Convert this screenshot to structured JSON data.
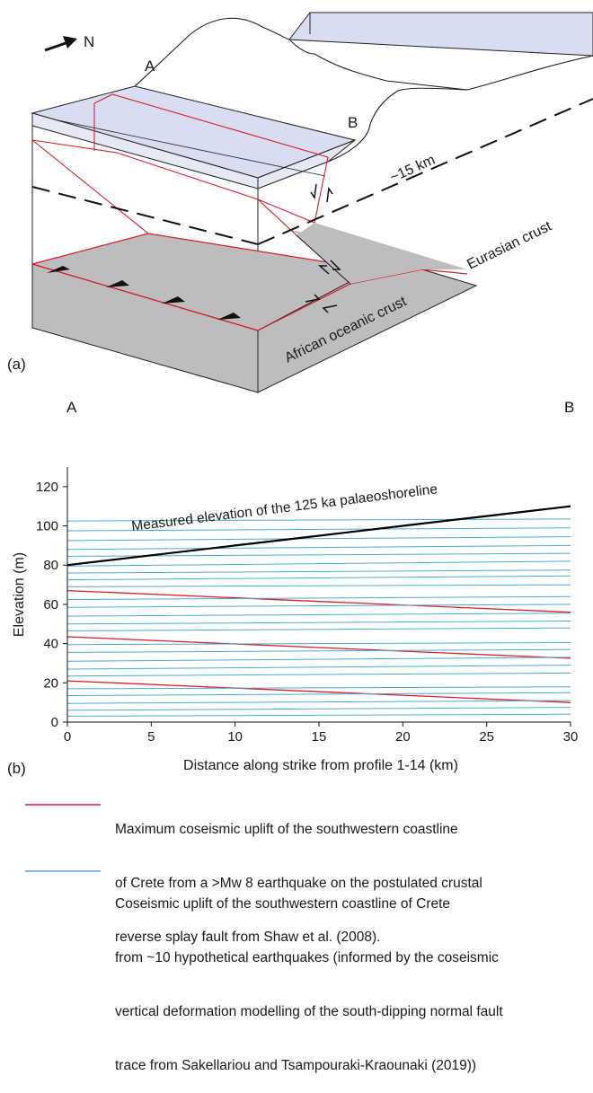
{
  "block_diagram": {
    "north_label": "N",
    "point_a": "A",
    "point_b": "B",
    "depth_label": "~15 km",
    "eurasian_label": "Eurasian crust",
    "african_label": "African oceanic crust",
    "panel_label": "(a)"
  },
  "profile_ends": {
    "left": "A",
    "right": "B"
  },
  "chart": {
    "panel_label": "(b)",
    "xlabel": "Distance along strike from profile 1-14 (km)",
    "ylabel": "Elevation (m)",
    "shoreline_label": "Measured elevation of the 125 ka palaeoshoreline",
    "x_ticks": [
      "0",
      "5",
      "10",
      "15",
      "20",
      "25",
      "30"
    ],
    "y_ticks": [
      "0",
      "20",
      "40",
      "60",
      "80",
      "100",
      "120"
    ]
  },
  "chart_data": {
    "type": "line",
    "xlim": [
      0,
      30
    ],
    "ylim": [
      0,
      130
    ],
    "colors": {
      "shoreline": "#000000",
      "max_uplift": "#d81e2a",
      "coseismic": "#4aa8d8"
    },
    "series": [
      {
        "name": "Measured elevation of the 125 ka palaeoshoreline",
        "x": [
          0,
          5,
          10,
          15,
          20,
          25,
          30
        ],
        "y": [
          80,
          85,
          90,
          95,
          100,
          105,
          110
        ]
      },
      {
        "name": "Maximum coseismic uplift",
        "x": [
          0,
          30
        ],
        "y": [
          67,
          56
        ]
      },
      {
        "name": "Maximum coseismic uplift",
        "x": [
          0,
          30
        ],
        "y": [
          43.5,
          32.5
        ]
      },
      {
        "name": "Maximum coseismic uplift",
        "x": [
          0,
          30
        ],
        "y": [
          21,
          10
        ]
      },
      {
        "name": "Coseismic uplift",
        "x": [
          0,
          30
        ],
        "y": [
          102.5,
          103.5
        ]
      },
      {
        "name": "Coseismic uplift",
        "x": [
          0,
          30
        ],
        "y": [
          97.5,
          99.0
        ]
      },
      {
        "name": "Coseismic uplift",
        "x": [
          0,
          30
        ],
        "y": [
          92.5,
          94.5
        ]
      },
      {
        "name": "Coseismic uplift",
        "x": [
          0,
          30
        ],
        "y": [
          88.0,
          90.0
        ]
      },
      {
        "name": "Coseismic uplift",
        "x": [
          0,
          30
        ],
        "y": [
          84.5,
          86.0
        ]
      },
      {
        "name": "Coseismic uplift",
        "x": [
          0,
          30
        ],
        "y": [
          79.5,
          82.0
        ]
      },
      {
        "name": "Coseismic uplift",
        "x": [
          0,
          30
        ],
        "y": [
          76.0,
          77.5
        ]
      },
      {
        "name": "Coseismic uplift",
        "x": [
          0,
          30
        ],
        "y": [
          72.5,
          74.5
        ]
      },
      {
        "name": "Coseismic uplift",
        "x": [
          0,
          30
        ],
        "y": [
          69.0,
          70.0
        ]
      },
      {
        "name": "Coseismic uplift",
        "x": [
          0,
          30
        ],
        "y": [
          62.5,
          64.0
        ]
      },
      {
        "name": "Coseismic uplift",
        "x": [
          0,
          30
        ],
        "y": [
          58.5,
          60.0
        ]
      },
      {
        "name": "Coseismic uplift",
        "x": [
          0,
          30
        ],
        "y": [
          54.0,
          55.5
        ]
      },
      {
        "name": "Coseismic uplift",
        "x": [
          0,
          30
        ],
        "y": [
          50.0,
          51.5
        ]
      },
      {
        "name": "Coseismic uplift",
        "x": [
          0,
          30
        ],
        "y": [
          46.5,
          48.0
        ]
      },
      {
        "name": "Coseismic uplift",
        "x": [
          0,
          30
        ],
        "y": [
          39.5,
          40.5
        ]
      },
      {
        "name": "Coseismic uplift",
        "x": [
          0,
          30
        ],
        "y": [
          35.5,
          37.0
        ]
      },
      {
        "name": "Coseismic uplift",
        "x": [
          0,
          30
        ],
        "y": [
          31.0,
          33.0
        ]
      },
      {
        "name": "Coseismic uplift",
        "x": [
          0,
          30
        ],
        "y": [
          27.0,
          29.0
        ]
      },
      {
        "name": "Coseismic uplift",
        "x": [
          0,
          30
        ],
        "y": [
          23.5,
          25.0
        ]
      },
      {
        "name": "Coseismic uplift",
        "x": [
          0,
          30
        ],
        "y": [
          17.0,
          18.0
        ]
      },
      {
        "name": "Coseismic uplift",
        "x": [
          0,
          30
        ],
        "y": [
          13.5,
          15.0
        ]
      },
      {
        "name": "Coseismic uplift",
        "x": [
          0,
          30
        ],
        "y": [
          9.5,
          11.0
        ]
      },
      {
        "name": "Coseismic uplift",
        "x": [
          0,
          30
        ],
        "y": [
          6.0,
          7.5
        ]
      },
      {
        "name": "Coseismic uplift",
        "x": [
          0,
          30
        ],
        "y": [
          3.0,
          4.0
        ]
      }
    ]
  },
  "legend": {
    "red_line_1": "Maximum coseismic uplift of the southwestern coastline",
    "red_line_2": "of Crete from a >Mw 8 earthquake on the postulated crustal",
    "red_line_3": "reverse splay fault from Shaw et al. (2008).",
    "blue_line_1": "Coseismic uplift of the southwestern coastline of Crete",
    "blue_line_2": "from ~10 hypothetical earthquakes (informed by the coseismic",
    "blue_line_3": "vertical deformation modelling of the south-dipping normal fault",
    "blue_line_4": "trace from Sakellariou and Tsampouraki-Kraounaki (2019))"
  }
}
